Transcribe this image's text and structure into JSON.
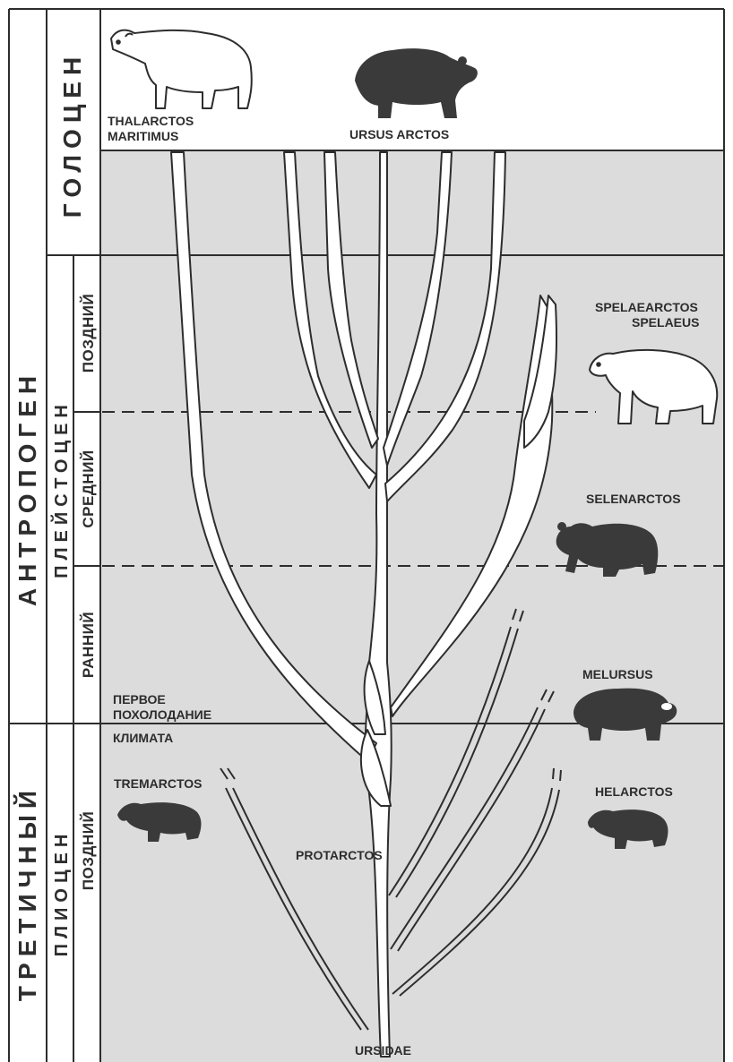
{
  "colors": {
    "background": "#ffffff",
    "band_fill": "#dcdcdc",
    "ink": "#2d2d2d",
    "branch_fill": "#ffffff"
  },
  "columns": {
    "holocene": "ГОЛОЦЕН",
    "anthropogen": "АНТРОПОГЕН",
    "tertiary": "ТРЕТИЧНЫЙ",
    "pleistocene": "ПЛЕЙСТОЦЕН",
    "pliocene": "ПЛИОЦЕН",
    "late": "ПОЗДНИЙ",
    "middle": "СРЕДНИЙ",
    "early": "РАННИЙ",
    "pliocene_late": "ПОЗДНИЙ"
  },
  "event": {
    "line1": "ПЕРВОЕ",
    "line2": "ПОХОЛОДАНИЕ",
    "line3": "КЛИМАТА"
  },
  "taxa": {
    "thalarctos_1": "THALARCTOS",
    "thalarctos_2": "MARITIMUS",
    "ursus_arctos": "URSUS ARCTOS",
    "spelaearctos_1": "SPELAEARCTOS",
    "spelaearctos_2": "SPELAEUS",
    "selenarctos": "SELENARCTOS",
    "melursus": "MELURSUS",
    "tremarctos": "TREMARCTOS",
    "helarctos": "HELARCTOS",
    "protarctos": "PROTARCTOS",
    "ursidae": "URSIDAE"
  },
  "icons": [
    "polar-bear-icon",
    "brown-bear-icon",
    "cave-bear-icon",
    "selenarctos-bear-icon",
    "melursus-bear-icon",
    "tremarctos-bear-icon",
    "helarctos-bear-icon"
  ]
}
